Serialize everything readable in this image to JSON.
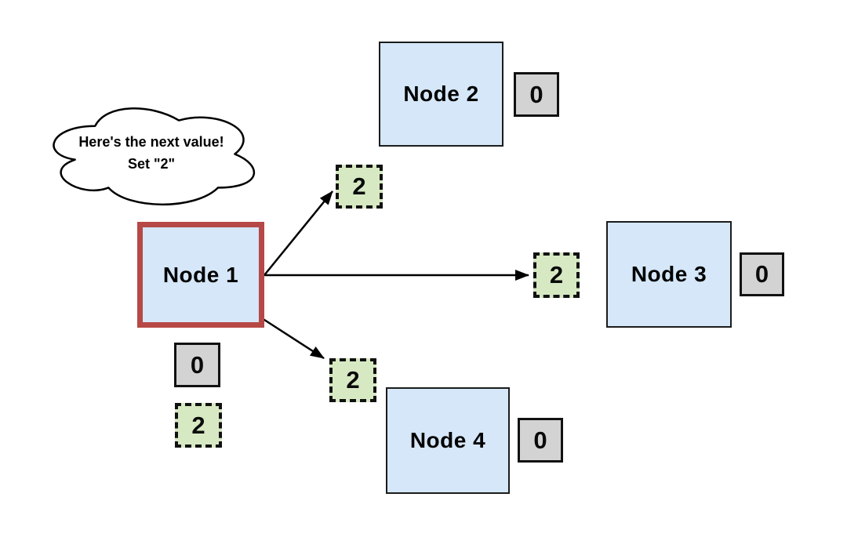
{
  "cloud": {
    "line1": "Here's the next value!",
    "line2": "Set \"2\""
  },
  "nodes": [
    {
      "label": "Node 1",
      "stored_value": "0",
      "message_value": "2",
      "role": "leader-proposing-value"
    },
    {
      "label": "Node 2",
      "stored_value": "0",
      "message_value": "2",
      "role": "follower"
    },
    {
      "label": "Node 3",
      "stored_value": "0",
      "message_value": "2",
      "role": "follower"
    },
    {
      "label": "Node 4",
      "stored_value": "0",
      "message_value": "2",
      "role": "follower"
    }
  ],
  "colors": {
    "background": "#ffffff",
    "node_fill": "#d5e7f8",
    "node_border": "#1c1c1c",
    "leader_border": "#b64845",
    "stored_fill": "#d3d3d3",
    "message_fill": "#d7e9c3",
    "dashed_border": "#111111",
    "arrow": "#000000",
    "cloud_fill": "#ffffff",
    "cloud_stroke": "#000000"
  }
}
